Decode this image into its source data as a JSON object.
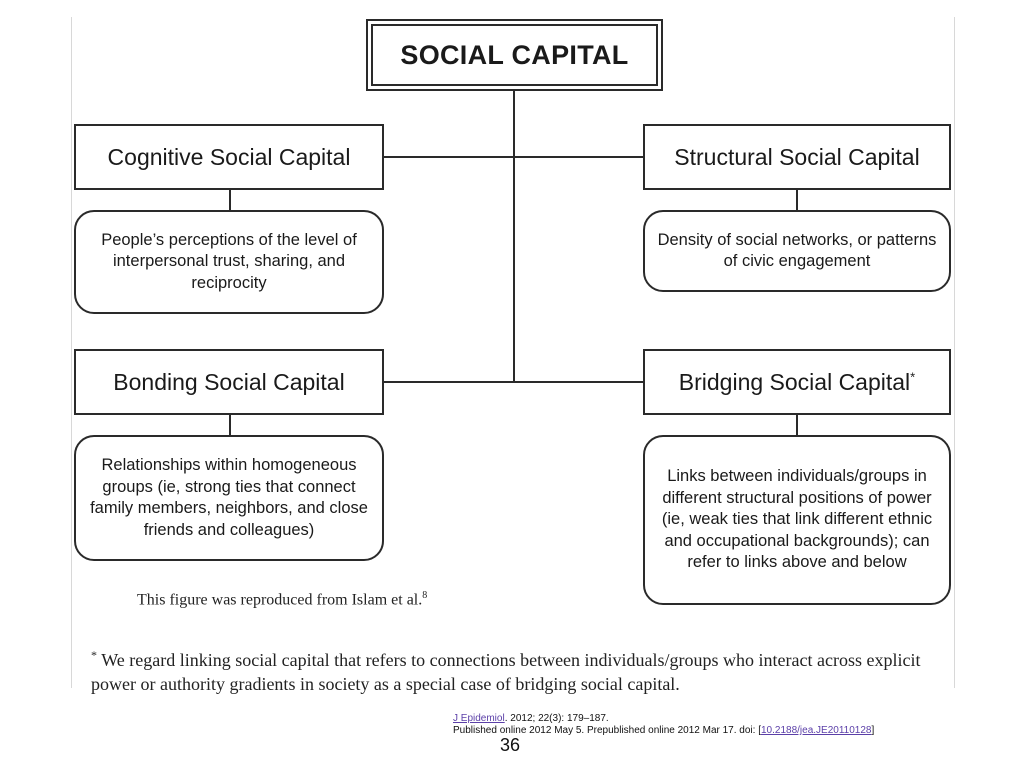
{
  "diagram": {
    "root": "SOCIAL CAPITAL",
    "categories": [
      {
        "title": "Cognitive Social Capital",
        "description": "People’s perceptions of the level of interpersonal trust, sharing, and reciprocity"
      },
      {
        "title": "Structural Social Capital",
        "description": "Density of social networks, or patterns of civic engagement"
      },
      {
        "title": "Bonding Social Capital",
        "description": "Relationships within homogeneous groups (ie, strong ties that connect family members, neighbors, and close friends and colleagues)"
      },
      {
        "title": "Bridging Social Capital",
        "title_marker": "*",
        "description": "Links between individuals/groups in different structural positions of power (ie, weak ties that link different ethnic and occupational backgrounds); can refer to links above and below"
      }
    ],
    "credit": {
      "text": "This figure was reproduced from Islam et al.",
      "ref": "8"
    },
    "footnote": {
      "marker": "*",
      "text": "We regard linking social capital that refers to connections between individuals/groups who interact across explicit power or authority gradients in society as a special case of bridging social capital."
    }
  },
  "citation": {
    "journal": "J Epidemiol",
    "details": ". 2012; 22(3): 179–187.",
    "published": "Published online 2012 May 5. Prepublished online 2012 Mar 17. doi:  [",
    "doi": "10.2188/jea.JE20110128",
    "close": "]"
  },
  "page_number": "36"
}
